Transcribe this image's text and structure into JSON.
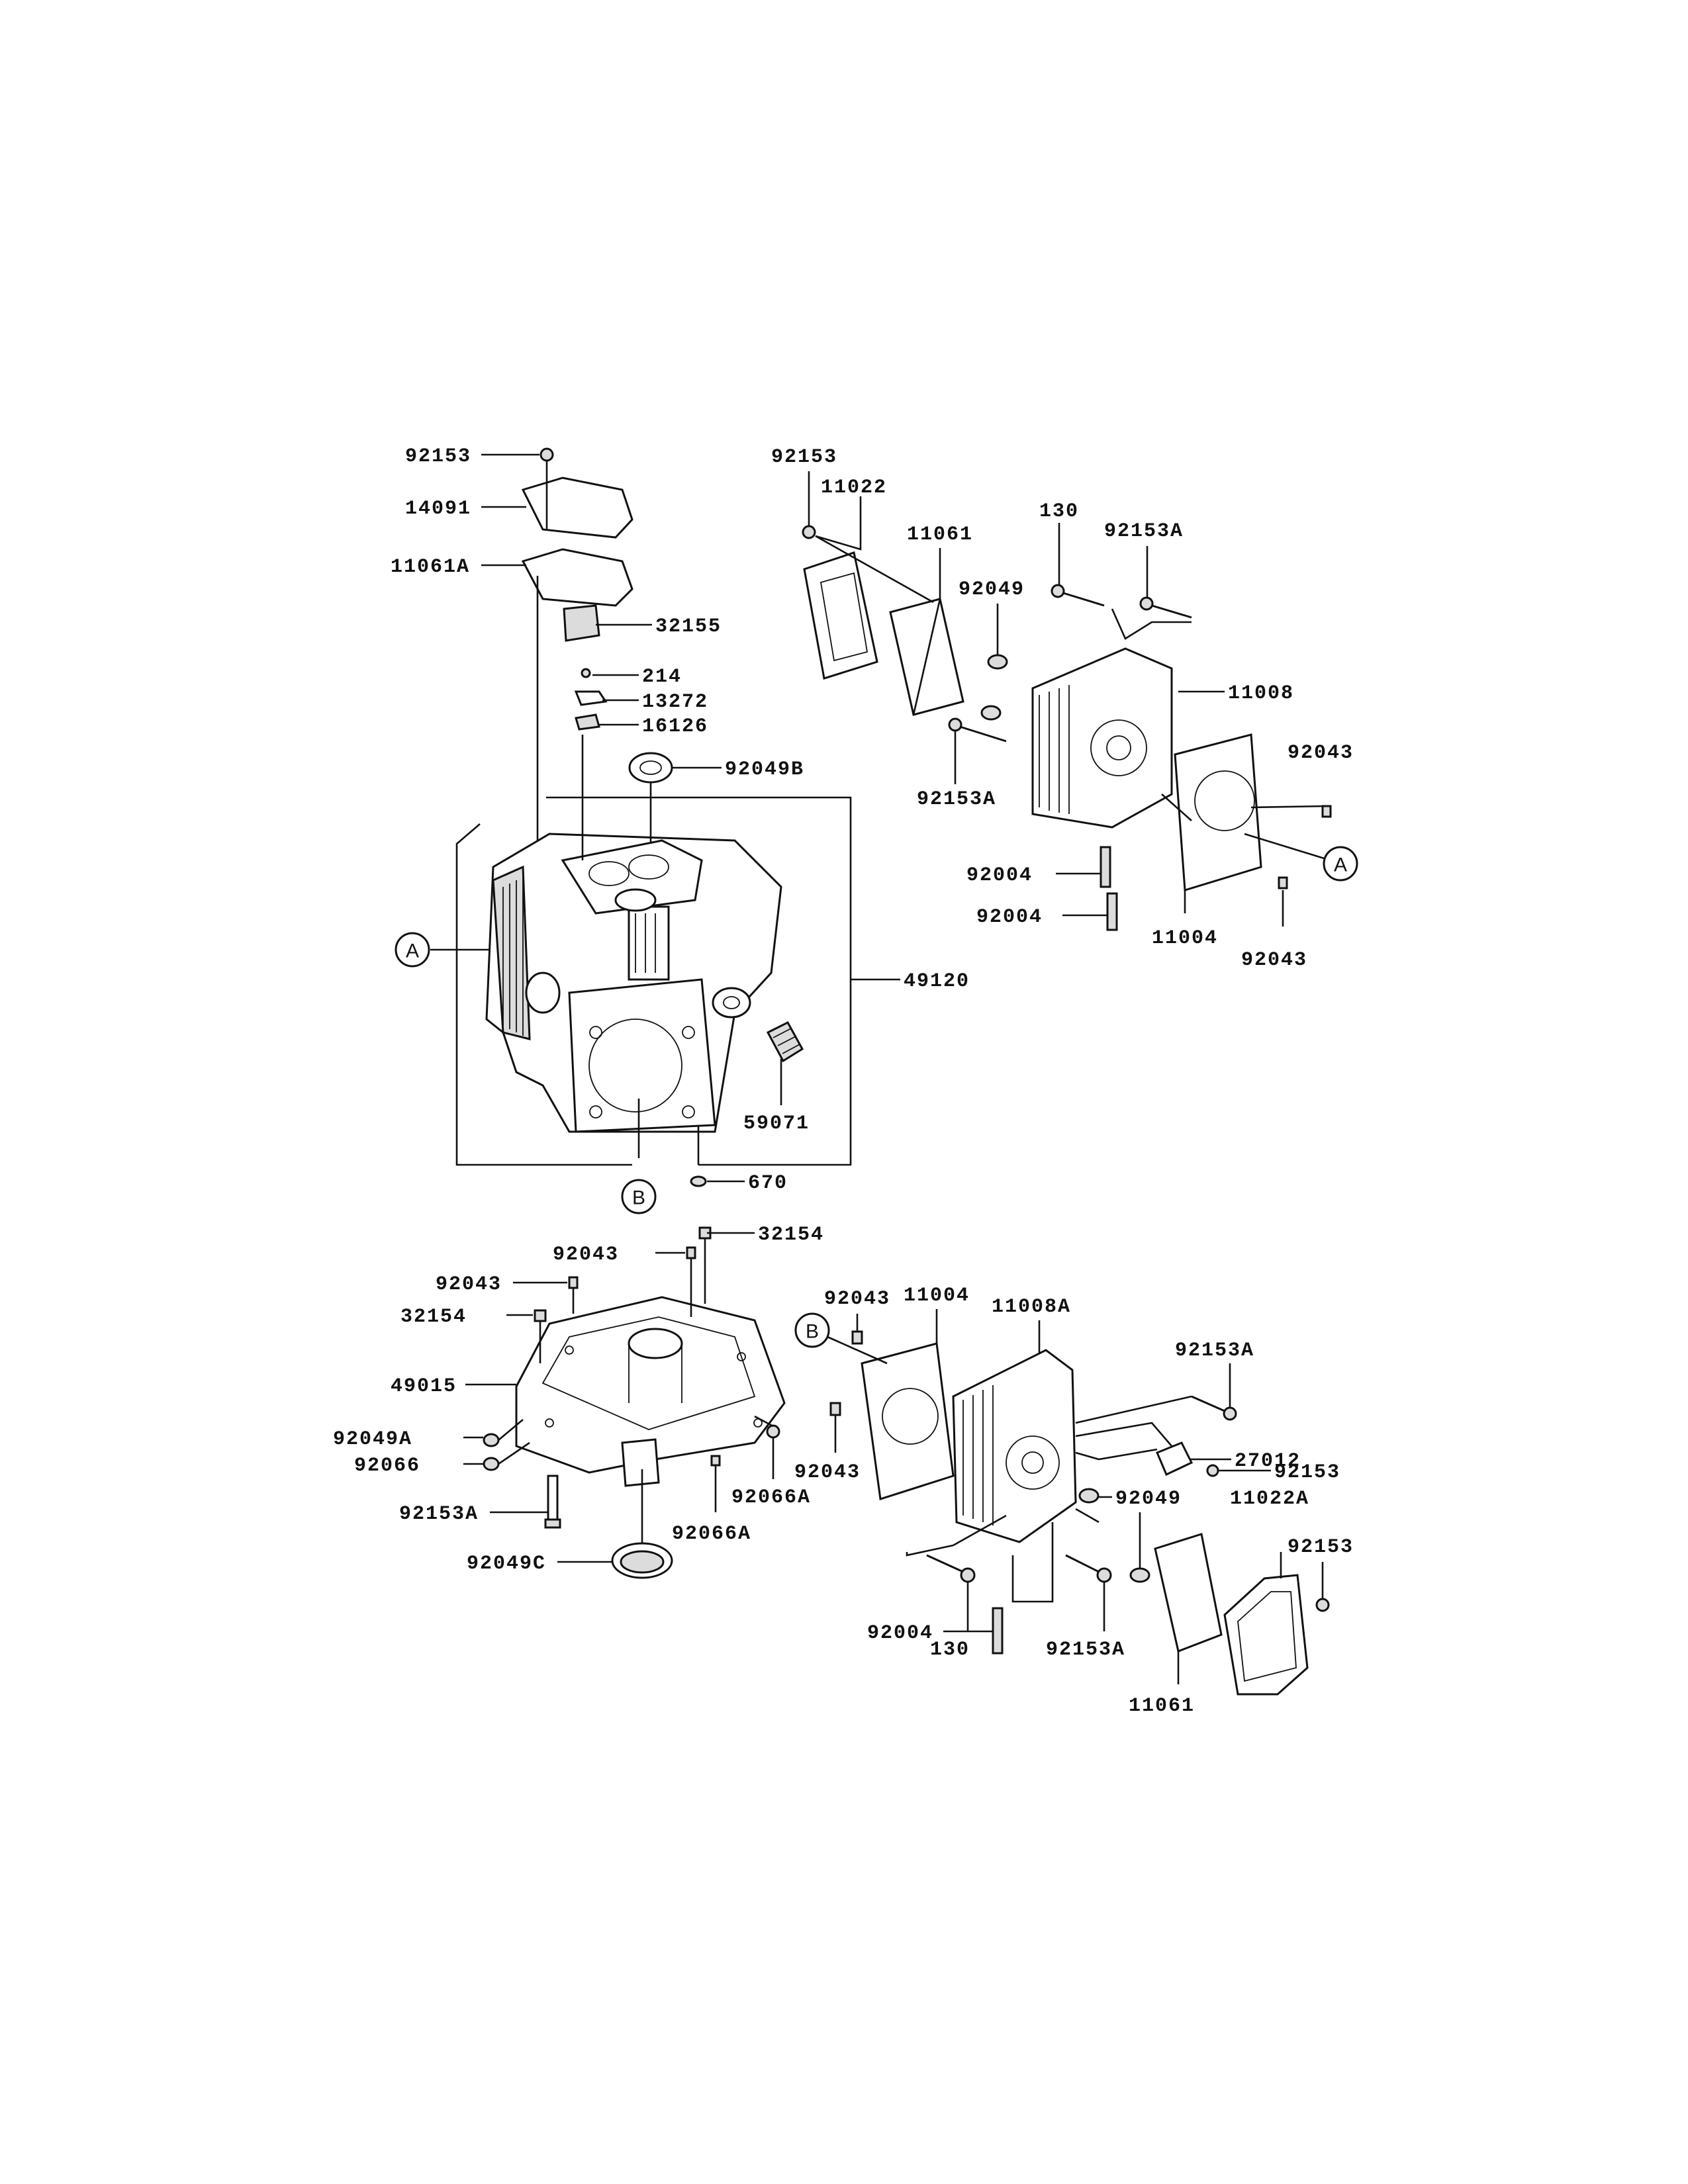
{
  "labels": {
    "top_left": [
      "92153",
      "14091",
      "11061A",
      "32155",
      "214",
      "13272",
      "16126",
      "92049B",
      "49120",
      "59071",
      "670"
    ],
    "top_right": [
      "92153",
      "11022",
      "11061",
      "130",
      "92153A",
      "92049",
      "11008",
      "92153A",
      "92043",
      "92004",
      "92004",
      "11004",
      "92043"
    ],
    "bottom_left": [
      "92043",
      "32154",
      "92043",
      "32154",
      "49015",
      "92049A",
      "92066",
      "92153A",
      "92049C",
      "92066A",
      "92066A"
    ],
    "bottom_right": [
      "92043",
      "11004",
      "11008A",
      "92153A",
      "27012",
      "92153",
      "92043",
      "92049",
      "11022A",
      "92153",
      "130",
      "92153A",
      "92004",
      "11061"
    ]
  },
  "callouts": {
    "a_left": "A",
    "a_right": "A",
    "b_bottom": "B",
    "b_left": "B"
  }
}
